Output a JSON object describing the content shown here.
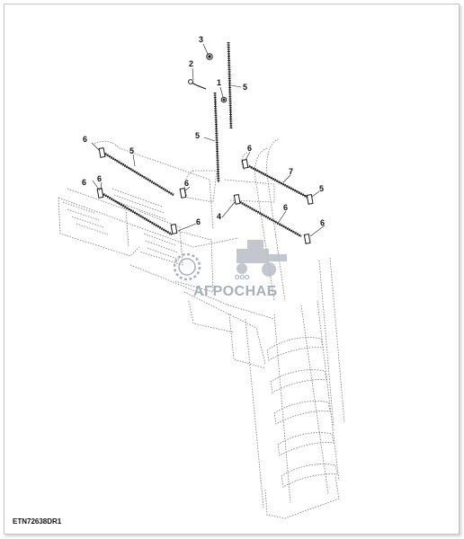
{
  "diagram": {
    "part_id": "ETN72638DR1",
    "callouts": [
      {
        "key": "c3",
        "label": "3"
      },
      {
        "key": "c2",
        "label": "2"
      },
      {
        "key": "c1",
        "label": "1"
      },
      {
        "key": "c5a",
        "label": "5"
      },
      {
        "key": "c5b",
        "label": "5"
      },
      {
        "key": "c6a",
        "label": "6"
      },
      {
        "key": "c5c",
        "label": "5"
      },
      {
        "key": "c6b",
        "label": "6"
      },
      {
        "key": "c7",
        "label": "7"
      },
      {
        "key": "c6c",
        "label": "6"
      },
      {
        "key": "c6d",
        "label": "6"
      },
      {
        "key": "c5d",
        "label": "5"
      },
      {
        "key": "c6e",
        "label": "6"
      },
      {
        "key": "c4",
        "label": "4"
      },
      {
        "key": "c6f",
        "label": "6"
      },
      {
        "key": "c6g",
        "label": "6"
      },
      {
        "key": "c6h",
        "label": "6"
      }
    ],
    "watermark": {
      "small_text": "ООО",
      "big_text": "АГРОСНАБ"
    },
    "colors": {
      "line": "#1a1a1a",
      "dotted": "#666666",
      "watermark": "#9aa3ab",
      "frame_border": "#c4c4c4"
    }
  }
}
